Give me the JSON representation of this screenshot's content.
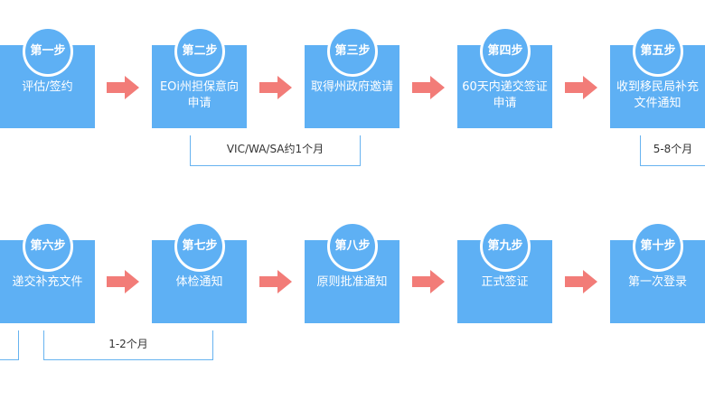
{
  "colors": {
    "box": "#5eb0f4",
    "arrow": "#f27c78",
    "bracket_line": "#67b3f0",
    "text": "#333333"
  },
  "steps": [
    {
      "badge": "第一步",
      "text": "评估/签约"
    },
    {
      "badge": "第二步",
      "text": "EOi州担保意向申请"
    },
    {
      "badge": "第三步",
      "text": "取得州政府邀请"
    },
    {
      "badge": "第四步",
      "text": "60天内递交签证申请"
    },
    {
      "badge": "第五步",
      "text": "收到移民局补充文件通知"
    },
    {
      "badge": "第六步",
      "text": "递交补充文件"
    },
    {
      "badge": "第七步",
      "text": "体检通知"
    },
    {
      "badge": "第八步",
      "text": "原则批准通知"
    },
    {
      "badge": "第九步",
      "text": "正式签证"
    },
    {
      "badge": "第十步",
      "text": "第一次登录"
    }
  ],
  "durations": [
    {
      "label": "VIC/WA/SA约1个月"
    },
    {
      "label": "5-8个月"
    },
    {
      "label": "1-2个月"
    }
  ]
}
